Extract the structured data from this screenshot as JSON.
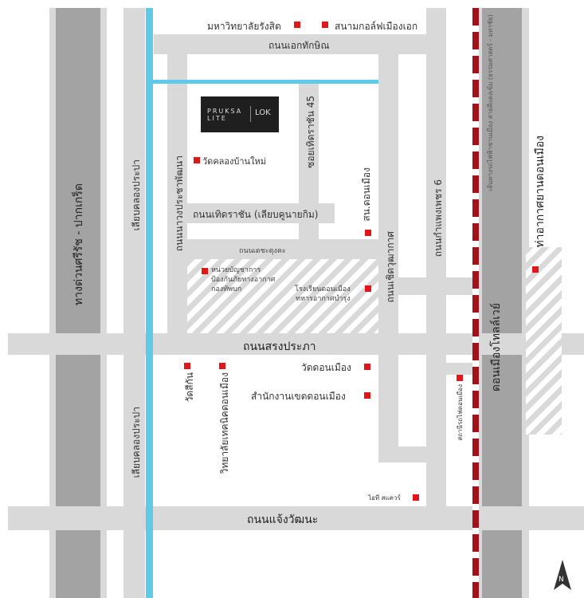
{
  "roads": {
    "left_highway": "ทางด่วนศรีรัช - ปากเกร็ด",
    "khlong_prapa_upper": "เลียบคลองประปา",
    "khlong_prapa_lower": "เลียบคลองประปา",
    "ekkathakshin": "ถนนเอกทักษิณ",
    "nawong": "ถนนนาวงประชาพัฒนา",
    "soi_thoet_45": "ซอยเทิดราชัน 45",
    "thoet_rachan": "ถนนเทิดราชัน (เลียบคูนายกิม)",
    "detchatungkha": "ถนนเดชะตุงคะ",
    "choet_wutthakat": "ถนนเชิดวุฒากาศ",
    "kamphaeng_phet_6": "ถนนกำแพงเพชร 6",
    "song_prapha": "ถนนสรงประภา",
    "chaeng_watthana": "ถนนแจ้งวัฒนะ",
    "tollway": "ดอนเมืองโทลล์เวย์",
    "railway": "เส้นทางรถไฟฟ้าชานเมือง สายสีแดงเข้ม (ธรรมศาสตร์ - มหาชัย)"
  },
  "project_logo": {
    "brand": "PRUKSA LITE",
    "sub": "LOK"
  },
  "places": {
    "rangsit_univ": "มหาวิทยาลัยรังสิต",
    "golf": "สนามกอล์ฟเมืองเอก",
    "wat_khlong_ban_mai": "วัดคลองบ้านใหม่",
    "police": "สน.ดอนเมือง",
    "air_defense_1": "หน่วยบัญชาการ",
    "air_defense_2": "ป้องกันภัยทางอากาศ",
    "air_defense_3": "กองทัพบก",
    "school_1": "โรงเรียนดอนเมือง",
    "school_2": "ทหารอากาศบำรุง",
    "wat_si_kan": "วัดสีกัน",
    "tech_college": "วิทยาลัยเทคนิคดอนเมือง",
    "wat_don_mueang": "วัดดอนเมือง",
    "district_office": "สำนักงานเขตดอนเมือง",
    "station": "สถานีรถไฟดอนเมือง",
    "it_square": "ไอที สแควร์",
    "airport": "ท่าอากาศยานดอนเมือง"
  },
  "north_label": "N",
  "colors": {
    "road": "#d9d9d9",
    "highway": "#a3a3a3",
    "canal": "#5fc9ea",
    "pin": "#e0161b",
    "rail": "#a3111a"
  }
}
